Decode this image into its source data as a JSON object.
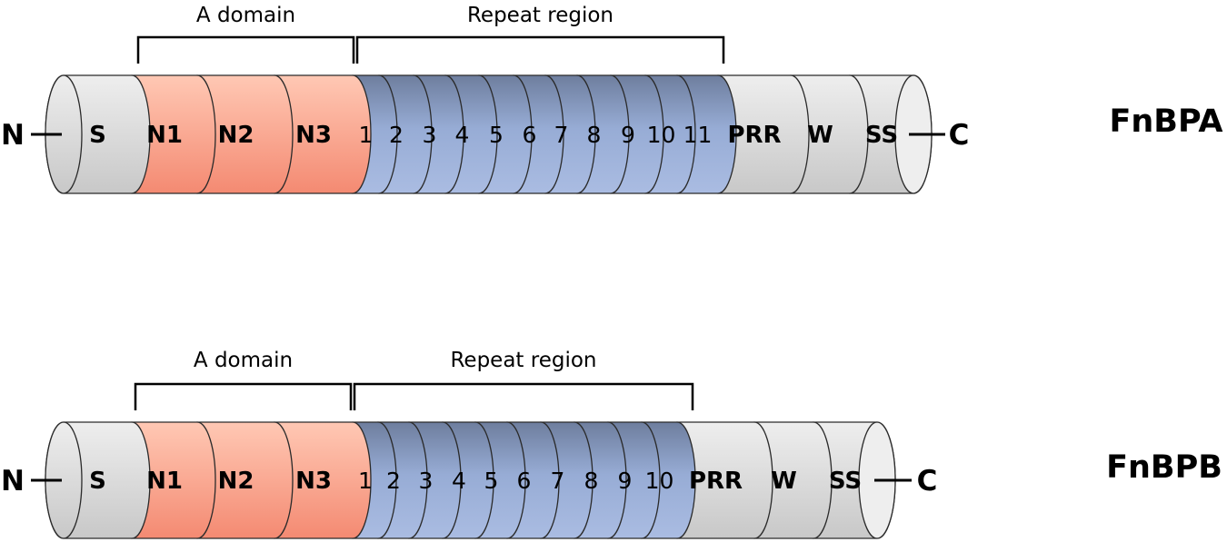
{
  "colors": {
    "segment_gray_light": "#eeeeee",
    "segment_gray_dark": "#c8c8c8",
    "a_domain_light": "#ffc8b4",
    "a_domain_dark": "#f48a72",
    "repeat_top": "#6e7e9e",
    "repeat_mid": "#97acd5",
    "repeat_bottom": "#aabce2",
    "outline": "#2a2a2a"
  },
  "proteins": [
    {
      "name": "FnBPA",
      "n_terminus": "N",
      "c_terminus": "C",
      "brackets": [
        {
          "label": "A domain"
        },
        {
          "label": "Repeat region"
        }
      ],
      "segments": [
        {
          "label": "S",
          "kind": "gray",
          "bold": true
        },
        {
          "label": "N1",
          "kind": "adomain",
          "bold": true
        },
        {
          "label": "N2",
          "kind": "adomain",
          "bold": true
        },
        {
          "label": "N3",
          "kind": "adomain",
          "bold": true
        },
        {
          "label": "1",
          "kind": "repeat",
          "bold": false
        },
        {
          "label": "2",
          "kind": "repeat",
          "bold": false
        },
        {
          "label": "3",
          "kind": "repeat",
          "bold": false
        },
        {
          "label": "4",
          "kind": "repeat",
          "bold": false
        },
        {
          "label": "5",
          "kind": "repeat",
          "bold": false
        },
        {
          "label": "6",
          "kind": "repeat",
          "bold": false
        },
        {
          "label": "7",
          "kind": "repeat",
          "bold": false
        },
        {
          "label": "8",
          "kind": "repeat",
          "bold": false
        },
        {
          "label": "9",
          "kind": "repeat",
          "bold": false
        },
        {
          "label": "10",
          "kind": "repeat",
          "bold": false
        },
        {
          "label": "11",
          "kind": "repeat",
          "bold": false
        },
        {
          "label": "PRR",
          "kind": "gray",
          "bold": true
        },
        {
          "label": "W",
          "kind": "gray",
          "bold": true
        },
        {
          "label": "SS",
          "kind": "gray",
          "bold": true
        }
      ]
    },
    {
      "name": "FnBPB",
      "n_terminus": "N",
      "c_terminus": "C",
      "brackets": [
        {
          "label": "A domain"
        },
        {
          "label": "Repeat region"
        }
      ],
      "segments": [
        {
          "label": "S",
          "kind": "gray",
          "bold": true
        },
        {
          "label": "N1",
          "kind": "adomain",
          "bold": true
        },
        {
          "label": "N2",
          "kind": "adomain",
          "bold": true
        },
        {
          "label": "N3",
          "kind": "adomain",
          "bold": true
        },
        {
          "label": "1",
          "kind": "repeat",
          "bold": false
        },
        {
          "label": "2",
          "kind": "repeat",
          "bold": false
        },
        {
          "label": "3",
          "kind": "repeat",
          "bold": false
        },
        {
          "label": "4",
          "kind": "repeat",
          "bold": false
        },
        {
          "label": "5",
          "kind": "repeat",
          "bold": false
        },
        {
          "label": "6",
          "kind": "repeat",
          "bold": false
        },
        {
          "label": "7",
          "kind": "repeat",
          "bold": false
        },
        {
          "label": "8",
          "kind": "repeat",
          "bold": false
        },
        {
          "label": "9",
          "kind": "repeat",
          "bold": false
        },
        {
          "label": "10",
          "kind": "repeat",
          "bold": false
        },
        {
          "label": "PRR",
          "kind": "gray",
          "bold": true
        },
        {
          "label": "W",
          "kind": "gray",
          "bold": true
        },
        {
          "label": "SS",
          "kind": "gray",
          "bold": true
        }
      ]
    }
  ]
}
